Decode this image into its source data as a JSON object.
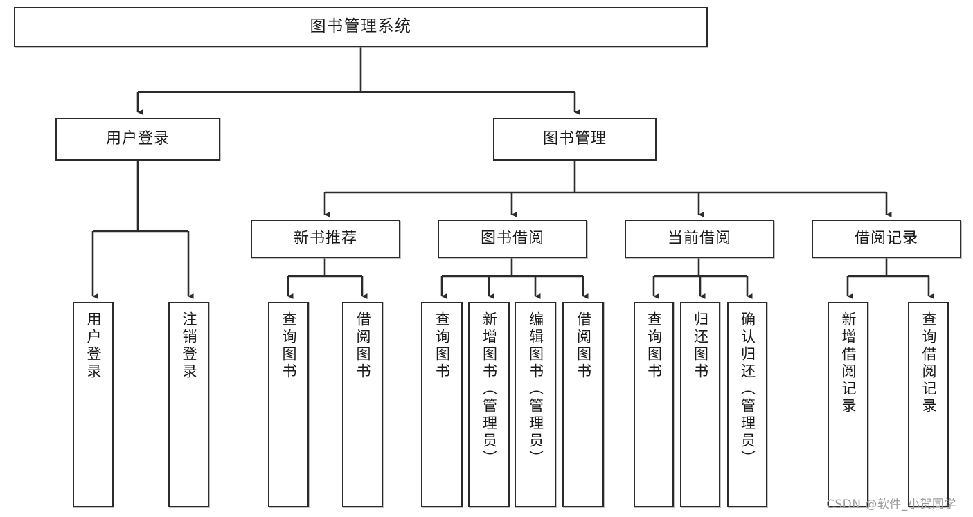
{
  "diagram": {
    "title": "图书管理系统",
    "type": "hierarchy-tree",
    "levels": 4,
    "root": {
      "label": "图书管理系统"
    },
    "level2": [
      {
        "label": "用户登录"
      },
      {
        "label": "图书管理"
      }
    ],
    "level3": [
      {
        "label": "新书推荐"
      },
      {
        "label": "图书借阅"
      },
      {
        "label": "当前借阅"
      },
      {
        "label": "借阅记录"
      }
    ],
    "leaves_user_login": [
      {
        "label": "用户登录"
      },
      {
        "label": "注销登录"
      }
    ],
    "leaves_new_book": [
      {
        "label": "查询图书"
      },
      {
        "label": "借阅图书"
      }
    ],
    "leaves_book_borrow": [
      {
        "label": "查询图书"
      },
      {
        "label": "新增图书（管理员）"
      },
      {
        "label": "编辑图书（管理员）"
      },
      {
        "label": "借阅图书"
      }
    ],
    "leaves_current_borrow": [
      {
        "label": "查询图书"
      },
      {
        "label": "归还图书"
      },
      {
        "label": "确认归还（管理员）"
      }
    ],
    "leaves_borrow_record": [
      {
        "label": "新增借阅记录"
      },
      {
        "label": "查询借阅记录"
      }
    ]
  },
  "watermark": {
    "text": "CSDN @软件_小贺同学"
  },
  "colors": {
    "stroke": "#2b2b2b",
    "box_fill": "#ffffff",
    "text": "#1a1a1a",
    "watermark": "#9b9b9b"
  }
}
